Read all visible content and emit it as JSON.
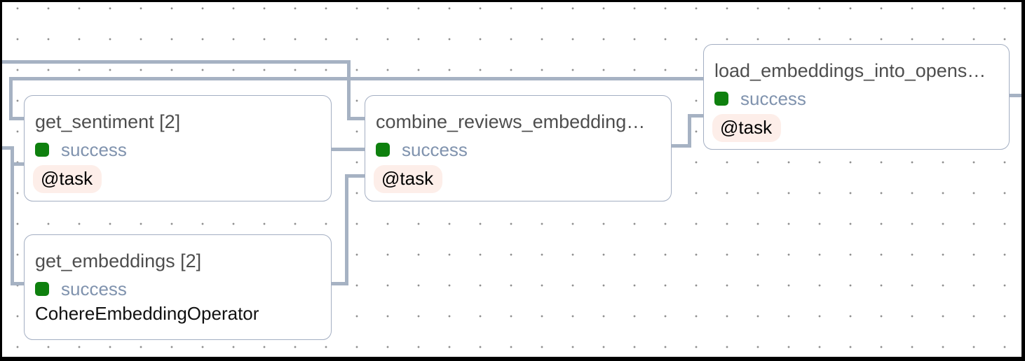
{
  "theme": {
    "canvas_bg": "#ffffff",
    "frame_color": "#000000",
    "dot_color": "#8f8f8f",
    "edge_color": "#a6b2c3",
    "node_bg": "#ffffff",
    "node_border": "#a3aec2",
    "title_color": "#4e4e4e",
    "success_green": "#0e800e",
    "success_text": "#8093ae",
    "badge_bg": "#fdeee9",
    "badge_text": "#000000",
    "operator_text": "#111111"
  },
  "nodes": [
    {
      "id": "get_sentiment",
      "title": "get_sentiment [2]",
      "status": "success",
      "subtitle": "@task",
      "subtitle_type": "badge"
    },
    {
      "id": "get_embeddings",
      "title": "get_embeddings [2]",
      "status": "success",
      "subtitle": "CohereEmbeddingOperator",
      "subtitle_type": "text"
    },
    {
      "id": "combine_reviews_embeddings",
      "title": "combine_reviews_embedding…",
      "status": "success",
      "subtitle": "@task",
      "subtitle_type": "badge"
    },
    {
      "id": "load_embeddings_into_opensearch",
      "title": "load_embeddings_into_opens…",
      "status": "success",
      "subtitle": "@task",
      "subtitle_type": "badge"
    }
  ],
  "edges": [
    {
      "from": "offscreen-left",
      "to": "get_sentiment"
    },
    {
      "from": "offscreen-left",
      "to": "get_sentiment"
    },
    {
      "from": "offscreen-left",
      "to": "get_embeddings"
    },
    {
      "from": "offscreen-left",
      "to": "combine_reviews_embeddings"
    },
    {
      "from": "offscreen-left",
      "to": "load_embeddings_into_opensearch"
    },
    {
      "from": "get_sentiment",
      "to": "combine_reviews_embeddings"
    },
    {
      "from": "get_embeddings",
      "to": "combine_reviews_embeddings"
    },
    {
      "from": "combine_reviews_embeddings",
      "to": "load_embeddings_into_opensearch"
    },
    {
      "from": "load_embeddings_into_opensearch",
      "to": "offscreen-right"
    }
  ]
}
